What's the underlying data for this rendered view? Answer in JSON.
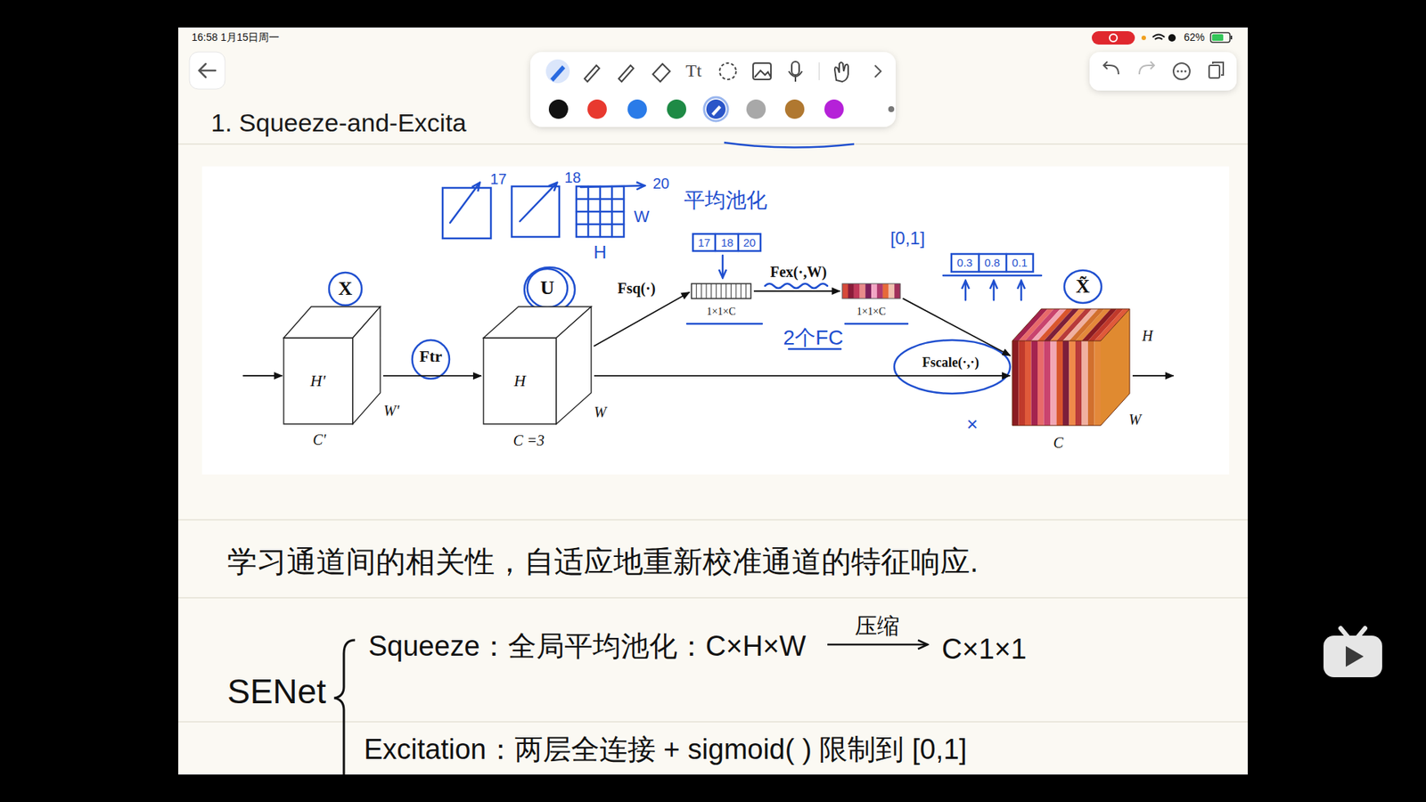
{
  "diagram": {
    "title": "1. Squeeze-and-Excita",
    "nodes": [
      {
        "text": [
          "X",
          "H'",
          "W'",
          "C'"
        ]
      },
      {
        "text": [
          "U",
          "H",
          "W",
          "C =3"
        ]
      },
      {
        "text": [
          "1×1×C"
        ]
      },
      {
        "text": [
          "1×1×C"
        ]
      },
      {
        "text": [
          "X̃",
          "H",
          "W",
          "C"
        ]
      }
    ],
    "edges": [
      {
        "from": 0,
        "to": 1,
        "arrow": "to",
        "label": "Ftr"
      },
      {
        "from": 1,
        "to": 2,
        "arrow": "to",
        "label": "Fsq(·)"
      },
      {
        "from": 2,
        "to": 3,
        "arrow": "to",
        "label": "Fex(·,W)"
      },
      {
        "from": 3,
        "to": 4,
        "arrow": "to"
      },
      {
        "from": 1,
        "to": 4,
        "arrow": "to",
        "label": "Fscale(·,·)"
      }
    ],
    "labels": [
      "16:58 1月15日周一",
      "62%",
      "Tt",
      "17",
      "18",
      "20",
      "W",
      "平均池化",
      "H",
      "17",
      "18",
      "20",
      "[0,1]",
      "0.3",
      "0.8",
      "0.1",
      "2个FC",
      "×",
      "学习通道间的相关性，自适应地重新校准通道的特征响应.",
      "SENet",
      "Squeeze：全局平均池化：C×H×W",
      "压缩",
      "C×1×1",
      "Excitation：两层全连接 + sigmoid( ) 限制到 [0,1]"
    ]
  }
}
